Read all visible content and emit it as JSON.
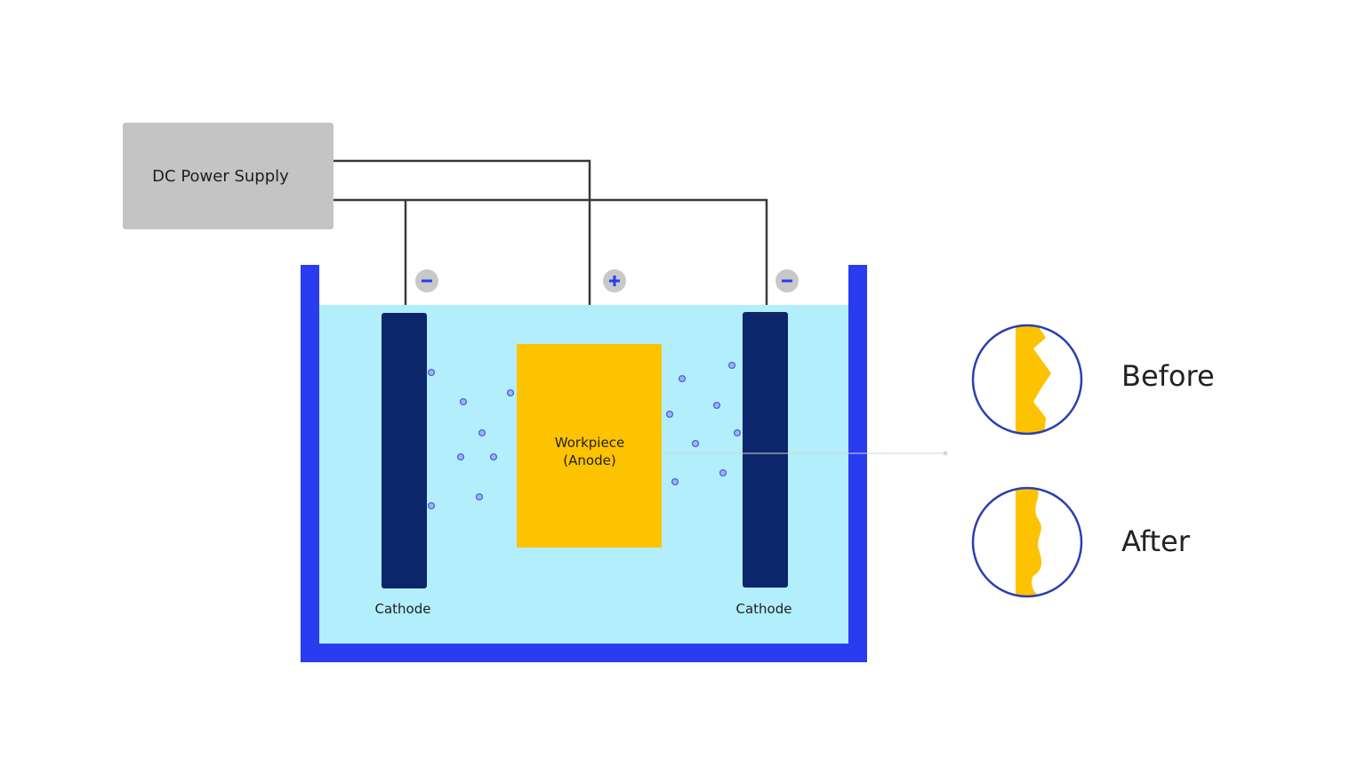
{
  "power_supply": {
    "label": "DC Power Supply"
  },
  "tank": {
    "cathode_left_label": "Cathode",
    "cathode_right_label": "Cathode",
    "workpiece_label_line1": "Workpiece",
    "workpiece_label_line2": "(Anode)"
  },
  "terminals": {
    "left_sign": "−",
    "center_sign": "+",
    "right_sign": "−"
  },
  "surface_comparison": {
    "before_label": "Before",
    "after_label": "After"
  },
  "colors": {
    "tank_wall": "#2a3cf0",
    "electrolyte": "#b2eefc",
    "cathode": "#0c266b",
    "workpiece": "#fdc300",
    "power_supply_box": "#c4c4c4",
    "wire": "#3a3a3a",
    "terminal_badge": "#c8c8c8",
    "ion_outline": "#4a5fd0",
    "ion_fill": "#9fb4ff",
    "circle_outline": "#2a3fb0"
  }
}
